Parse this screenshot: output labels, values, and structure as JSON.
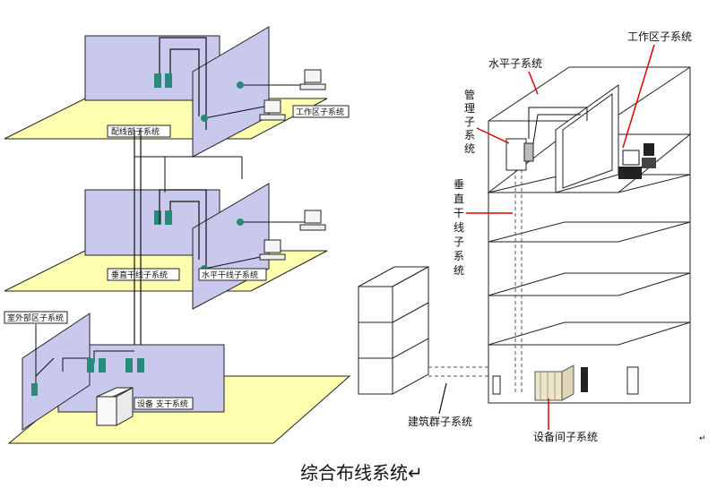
{
  "caption": "综合布线系统↵",
  "labels": {
    "campus_distributor": "配线部子系统",
    "floor_distributor": "垂直干线子系统",
    "horizontal_small": "水平干线子系统",
    "work_area_small": "工作区子系统",
    "outdoor_area": "室外部区子系统",
    "equipment_backbone": "设备 支干系统",
    "horizontal": "水平子系统",
    "work_area": "工作区子系统",
    "management_1": "管",
    "management_2": "理",
    "management_3": "子",
    "management_4": "系",
    "management_5": "统",
    "vertical_1": "垂",
    "vertical_2": "直",
    "vertical_3": "干",
    "vertical_4": "线",
    "vertical_5": "子",
    "vertical_6": "系",
    "vertical_7": "统",
    "building_entrance": "建筑群子系统",
    "equipment_room": "设备间子系统",
    "mark": "↵"
  },
  "colors": {
    "floor": "#ffffb0",
    "wall": "#c9c9ee",
    "line": "#111111",
    "red": "#e00000",
    "outlet": "#2a8a7a"
  }
}
